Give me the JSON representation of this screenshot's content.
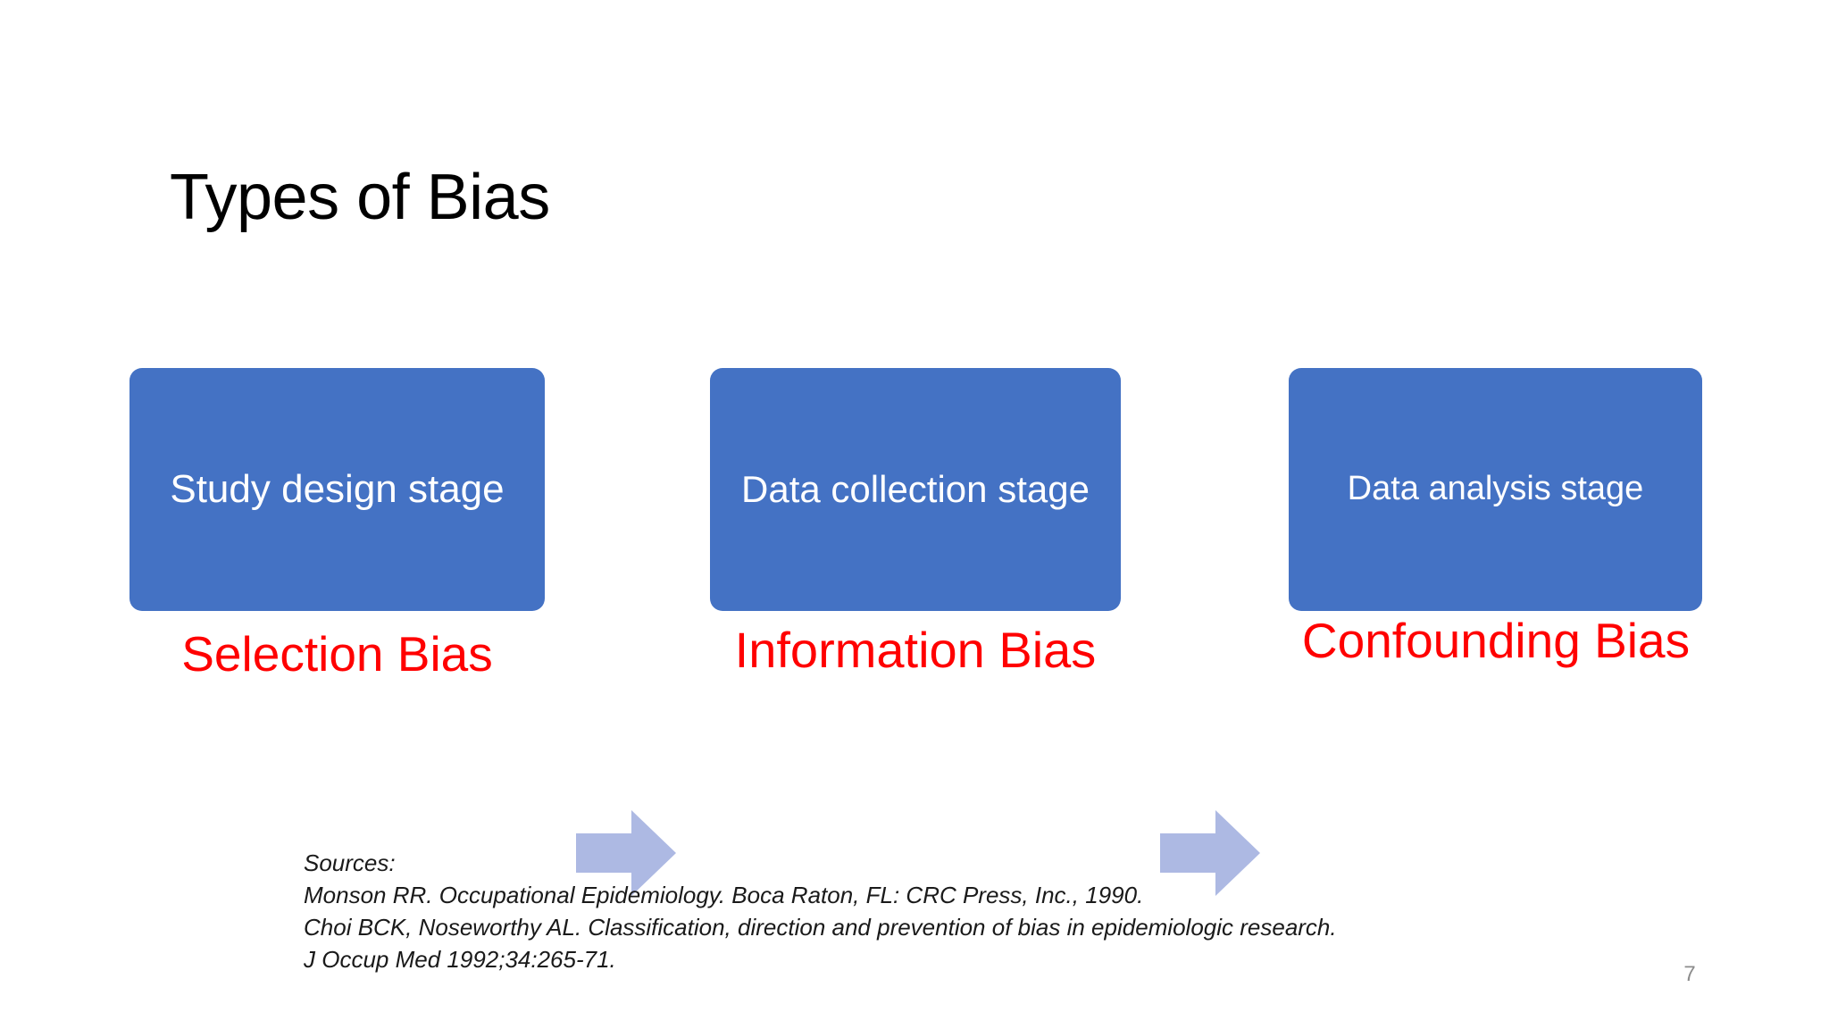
{
  "slide": {
    "title": "Types of Bias",
    "page_number": "7",
    "background_color": "#FFFFFF"
  },
  "colors": {
    "stage_box_fill": "#4472C4",
    "stage_box_text": "#FFFFFF",
    "arrow_fill": "#ADB9E3",
    "bias_label_text": "#FF0000",
    "title_text": "#000000",
    "sources_text": "#1A1A1A",
    "page_number_text": "#8C8C8C"
  },
  "process": {
    "stages": [
      {
        "label": "Study design stage",
        "bias": "Selection Bias"
      },
      {
        "label": "Data collection stage",
        "bias": "Information Bias"
      },
      {
        "label": "Data analysis stage",
        "bias": "Confounding Bias"
      }
    ],
    "connectors": [
      {
        "icon": "right-arrow-icon"
      },
      {
        "icon": "right-arrow-icon"
      }
    ]
  },
  "sources": {
    "heading": "Sources:",
    "lines": [
      "Monson RR. Occupational Epidemiology. Boca Raton, FL: CRC Press, Inc., 1990.",
      "Choi BCK, Noseworthy AL. Classification, direction and prevention of bias in epidemiologic research.",
      "J Occup Med 1992;34:265-71."
    ]
  }
}
